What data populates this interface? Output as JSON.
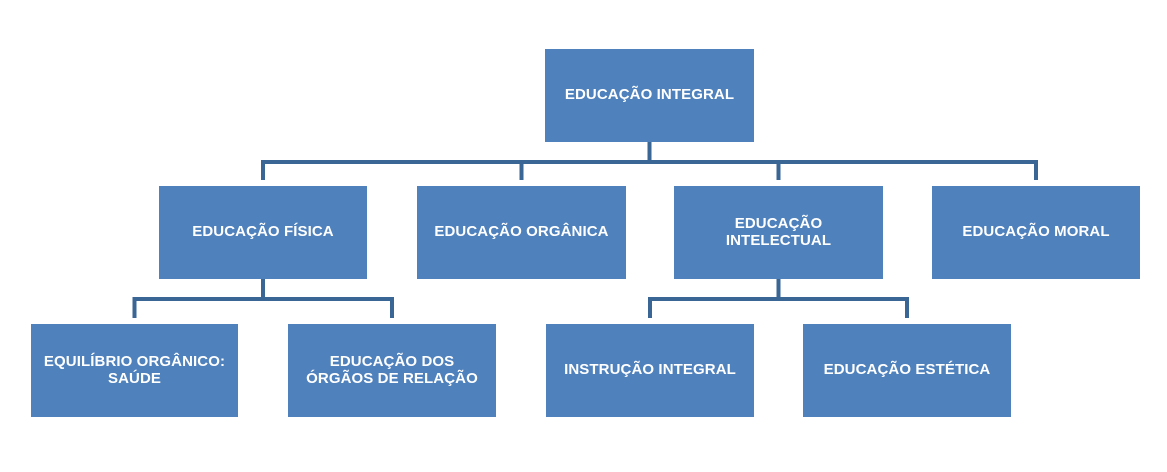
{
  "colors": {
    "box_fill": "#4f81bd",
    "connector": "#3a6696",
    "text": "#ffffff"
  },
  "diagram": {
    "root": "EDUCAÇÃO INTEGRAL",
    "level2": [
      "EDUCAÇÃO FÍSICA",
      "EDUCAÇÃO ORGÂNICA",
      "EDUCAÇÃO\nINTELECTUAL",
      "EDUCAÇÃO MORAL"
    ],
    "level3_fisica": [
      "EQUILÍBRIO ORGÂNICO:\nSAÚDE",
      "EDUCAÇÃO DOS\nÓRGÃOS DE RELAÇÃO"
    ],
    "level3_intelectual": [
      "INSTRUÇÃO INTEGRAL",
      "EDUCAÇÃO ESTÉTICA"
    ]
  }
}
